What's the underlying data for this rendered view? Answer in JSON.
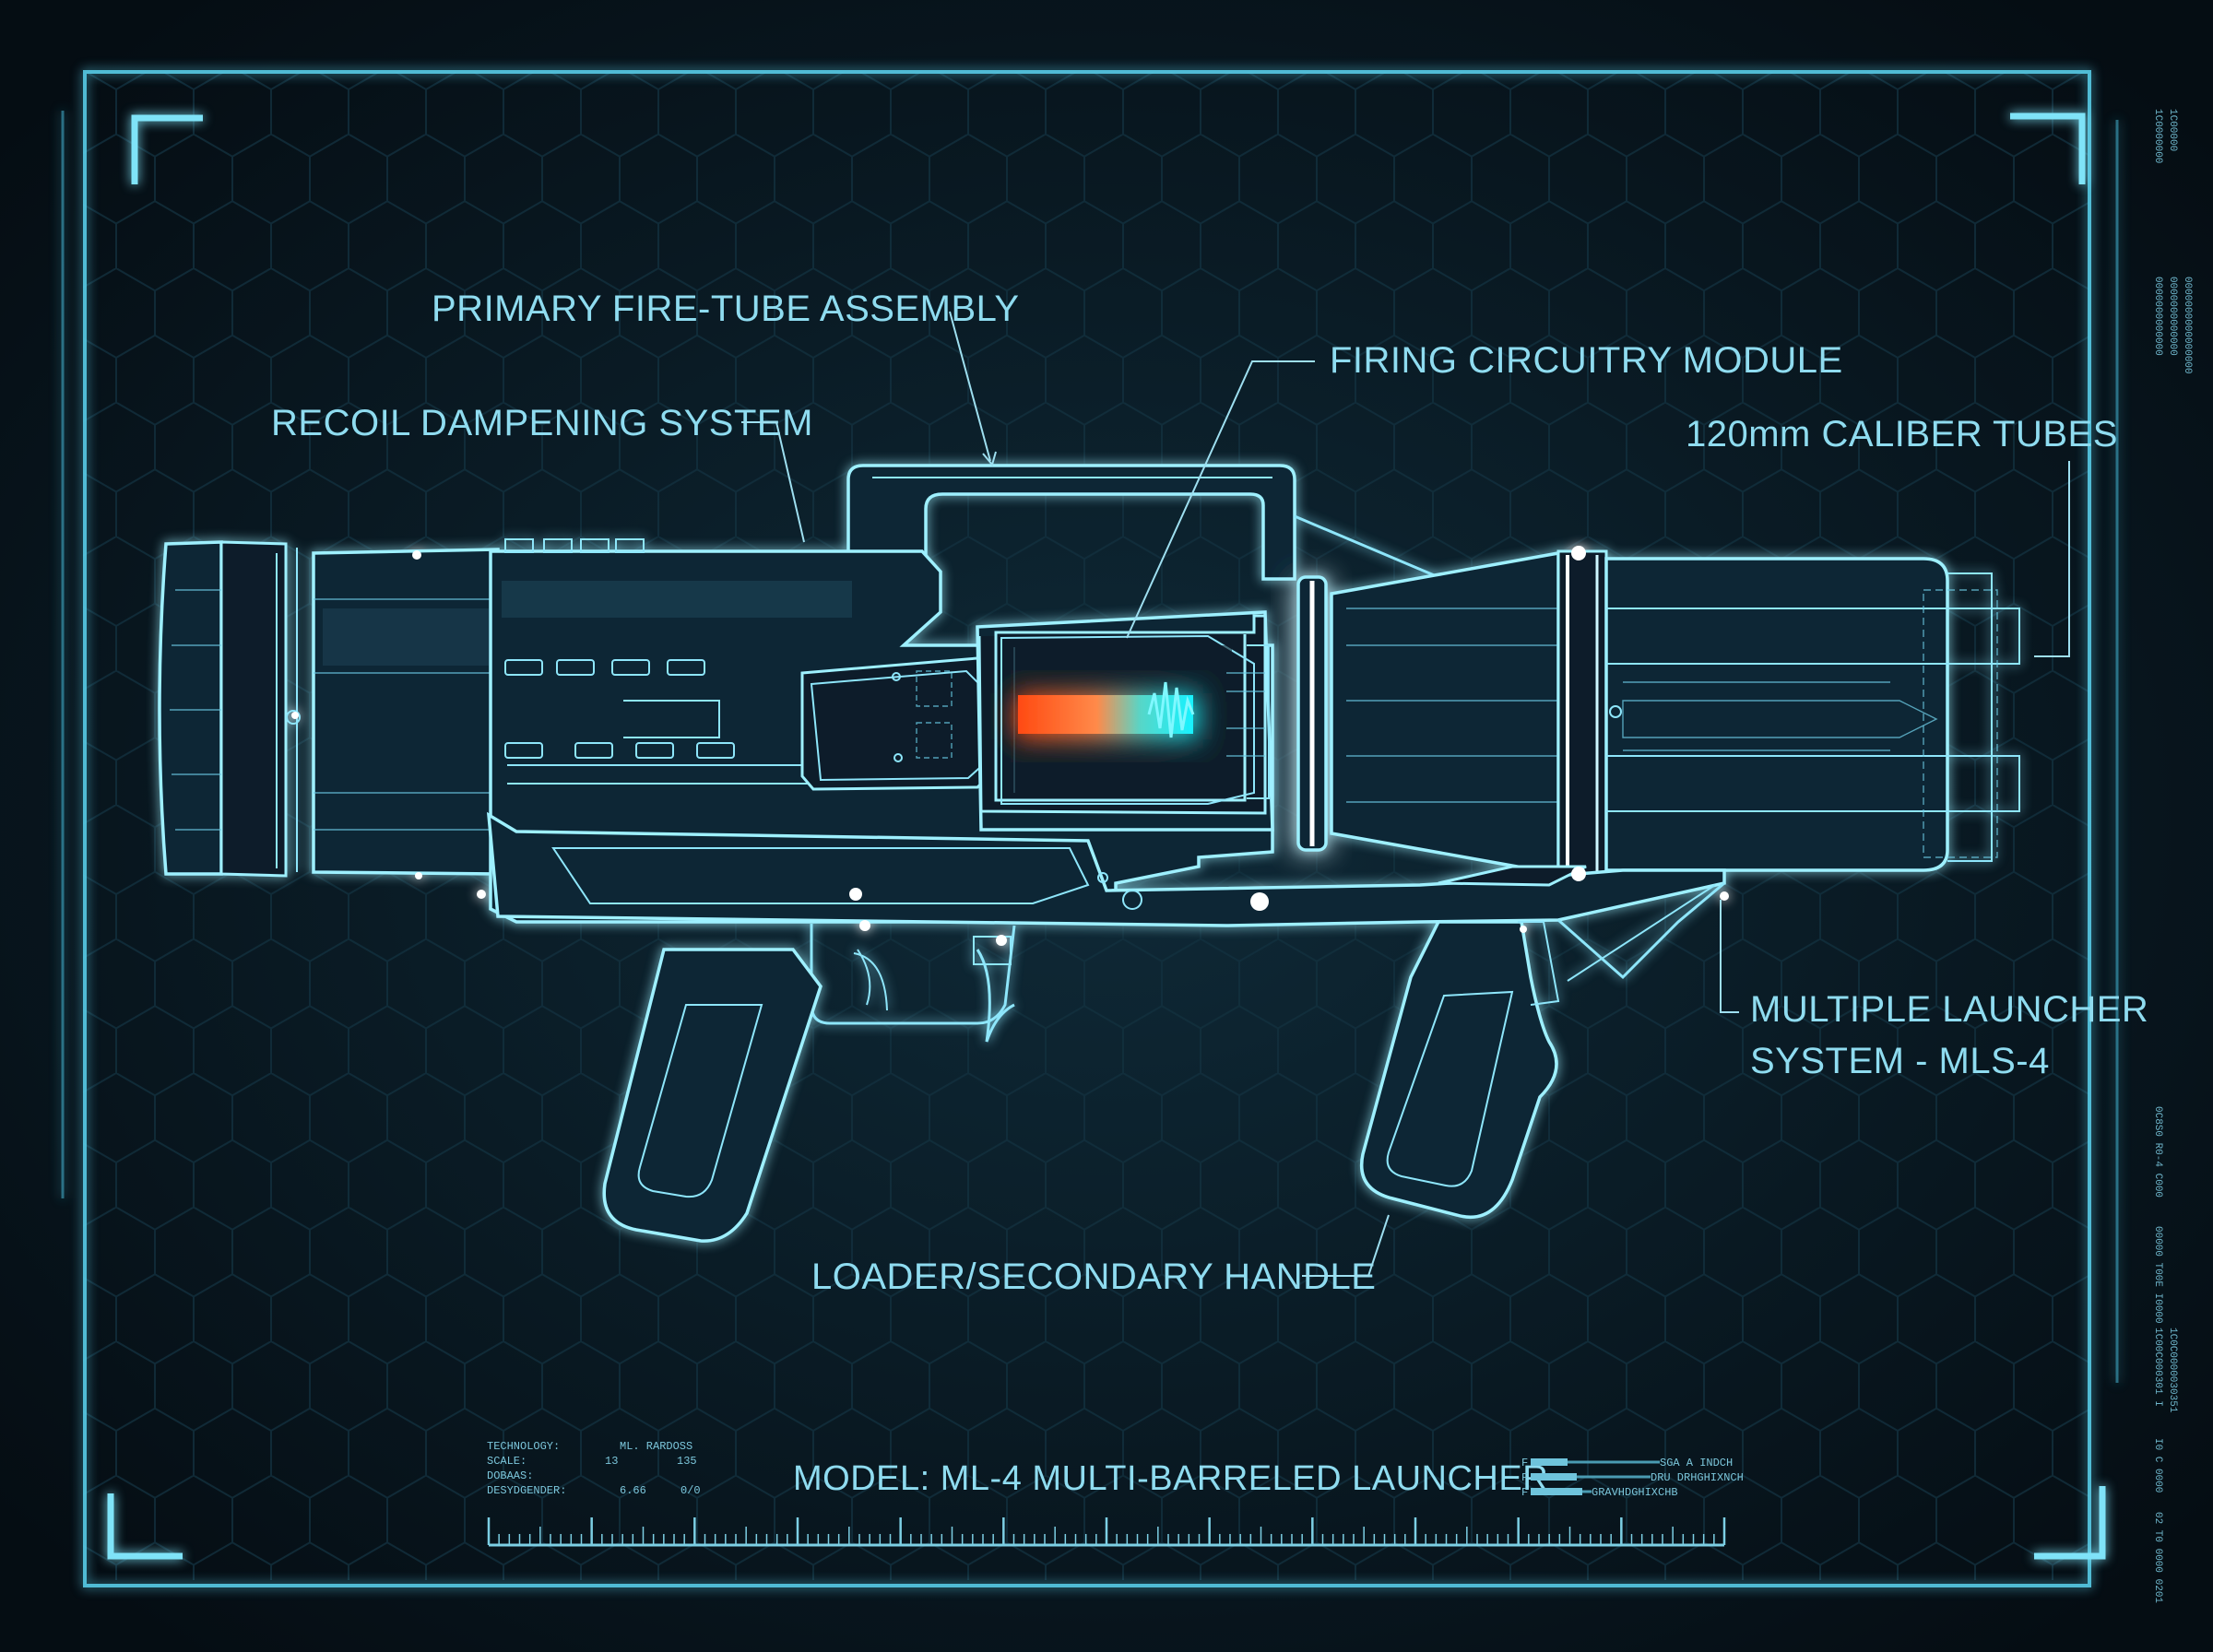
{
  "labels": {
    "primary_fire_tube": "PRIMARY FIRE-TUBE ASSEMBLY",
    "firing_circuitry": "FIRING CIRCUITRY MODULE",
    "recoil": "RECOIL DAMPENING SYSTEM",
    "caliber": "120mm CALIBER TUBES",
    "launcher_line1": "MULTIPLE LAUNCHER",
    "launcher_line2": "SYSTEM - MLS-4",
    "loader": "LOADER/SECONDARY HANDLE"
  },
  "model": "MODEL: ML-4 MULTI-BARRELED LAUNCHER",
  "spec_block": {
    "rows": [
      {
        "key": "TECHNOLOGY:",
        "a": "",
        "b": "ML. RARDOSS"
      },
      {
        "key": "SCALE:",
        "a": "13",
        "b": "135"
      },
      {
        "key": "DOBAAS:",
        "a": "",
        "b": ""
      },
      {
        "key": "DESYDGENDER:",
        "a": "6.66",
        "b": "0/0"
      }
    ]
  },
  "status_block": {
    "rows": [
      "SGA A INDCH",
      "DRU DRHGHIXNCH",
      "GRAVHDGHIXCHB"
    ]
  },
  "side_codes": {
    "top": [
      "1C0000000",
      "1C00000",
      "0000000000000",
      "0000000000000",
      "0000000000000000"
    ],
    "bottom": [
      "0C8S0 R0-4 C000",
      "00000 T00E I0000",
      "1C00C000301 I",
      "1C0C0000030351",
      "I0 C 0000",
      "02 T0 0000 0201"
    ]
  },
  "colors": {
    "background": "#07131c",
    "line": "#8ee6fb",
    "label": "#8fdcf0",
    "core_hot": "#ff5a1a",
    "core_cool": "#19f0ff"
  }
}
